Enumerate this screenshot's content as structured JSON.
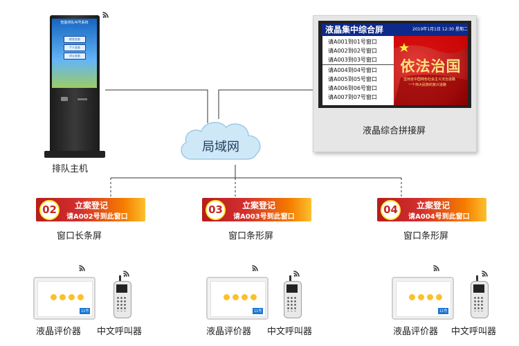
{
  "kiosk": {
    "label": "排队主机",
    "screen_title": "智能排队叫号系统",
    "buttons": [
      "综合业务",
      "个人业务",
      "对公业务"
    ]
  },
  "cloud": {
    "label": "局域网"
  },
  "big_screen": {
    "title": "液晶集中综合屏",
    "date": "2019年1月1日  12:30  星期二",
    "rows": [
      "请A001到01号窗口",
      "请A002到02号窗口",
      "请A003到03号窗口",
      "请A004到04号窗口",
      "请A005到05号窗口",
      "请A006到06号窗口",
      "请A007到07号窗口"
    ],
    "poster_main": "依法治国",
    "poster_sub": "坚持走中国特色社会主义法治道路",
    "poster_sub2": "一个伟大民族的复兴道路",
    "label": "液晶综合拼接屏"
  },
  "windows": [
    {
      "number": "02",
      "line1": "立案登记",
      "line2": "请A002号到此窗口",
      "label": "窗口长条屏"
    },
    {
      "number": "03",
      "line1": "立案登记",
      "line2": "请A003号到此窗口",
      "label": "窗口条形屏"
    },
    {
      "number": "04",
      "line1": "立案登记",
      "line2": "请A004号到此窗口",
      "label": "窗口条形屏"
    }
  ],
  "terminals": [
    {
      "evaluator_label": "液晶评价器",
      "pager_label": "中文呼叫器",
      "tablet_number": "11号"
    },
    {
      "evaluator_label": "液晶评价器",
      "pager_label": "中文呼叫器",
      "tablet_number": "11号"
    },
    {
      "evaluator_label": "液晶评价器",
      "pager_label": "中文呼叫器",
      "tablet_number": "11号"
    }
  ],
  "colors": {
    "line": "#333333",
    "cloud": "#cfe8f8",
    "bar_red": "#d32f2f",
    "bar_yellow": "#fbc02d",
    "big_header": "#0d2a8a"
  }
}
